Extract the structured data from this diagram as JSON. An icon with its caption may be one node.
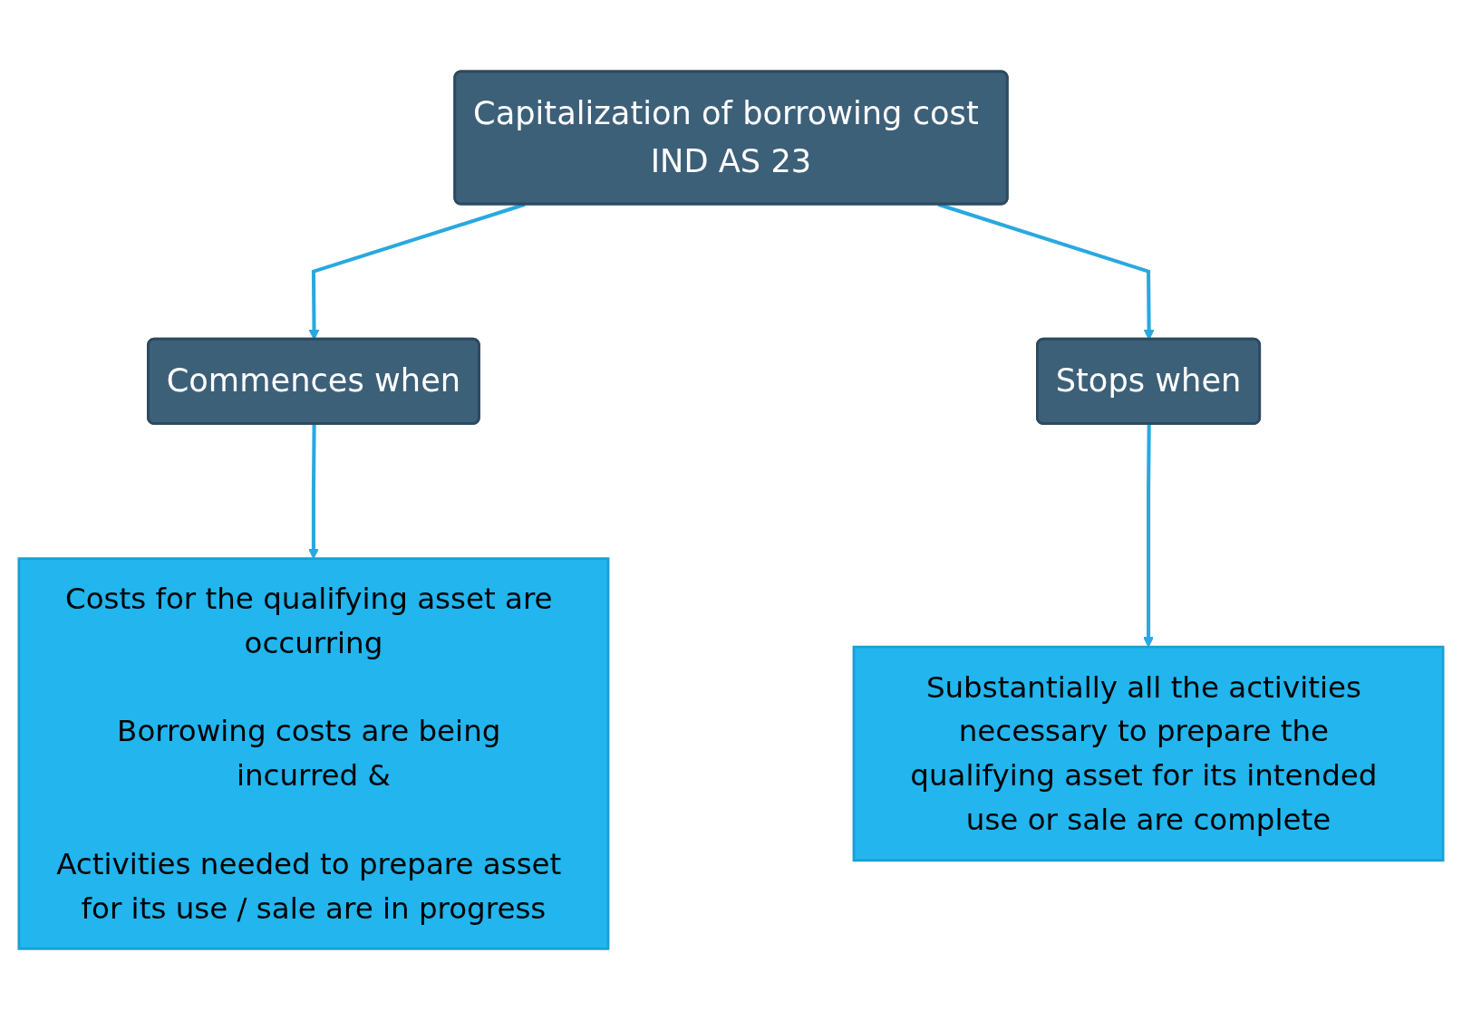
{
  "diagram": {
    "nodes": [
      {
        "text": [
          "Capitalization of borrowing cost IND AS 23"
        ]
      },
      {
        "text": [
          "Commences when"
        ]
      },
      {
        "text": [
          "Stops when"
        ]
      },
      {
        "text": [
          "Costs for the qualifying asset are occurring",
          "Borrowing costs are being incurred &",
          "Activities needed to prepare asset for its use / sale are in progress"
        ]
      },
      {
        "text": [
          "Substantially all the activities necessary to prepare the qualifying asset for its intended use or sale are complete"
        ]
      }
    ],
    "edges": [
      {
        "from": 0,
        "to": 1,
        "arrow": "to"
      },
      {
        "from": 0,
        "to": 2,
        "arrow": "to"
      },
      {
        "from": 1,
        "to": 3,
        "arrow": "to"
      },
      {
        "from": 2,
        "to": 4,
        "arrow": "to"
      }
    ]
  }
}
